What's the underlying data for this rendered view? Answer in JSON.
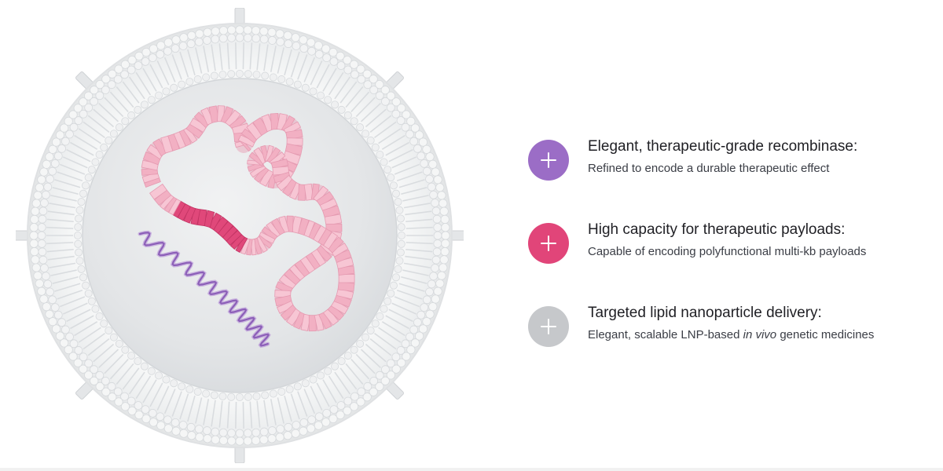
{
  "features": [
    {
      "icon": "plus-icon",
      "color": "#9b6dc6",
      "title": "Elegant, therapeutic-grade recombinase:",
      "description": "Refined to encode a durable therapeutic effect"
    },
    {
      "icon": "plus-icon",
      "color": "#e14579",
      "title": "High capacity for therapeutic payloads:",
      "description": "Capable of encoding polyfunctional multi-kb payloads"
    },
    {
      "icon": "plus-icon",
      "color": "#c6c8cb",
      "title": "Targeted lipid nanoparticle delivery:",
      "description_prefix": "Elegant, scalable LNP-based ",
      "description_italic": "in vivo",
      "description_suffix": " genetic medicines"
    }
  ],
  "colors": {
    "dna_pink": "#f4b9c9",
    "dna_highlight": "#e0487a",
    "rna_purple": "#9a6fc0",
    "membrane": "#ebeced",
    "core": "#e4e6e8"
  }
}
